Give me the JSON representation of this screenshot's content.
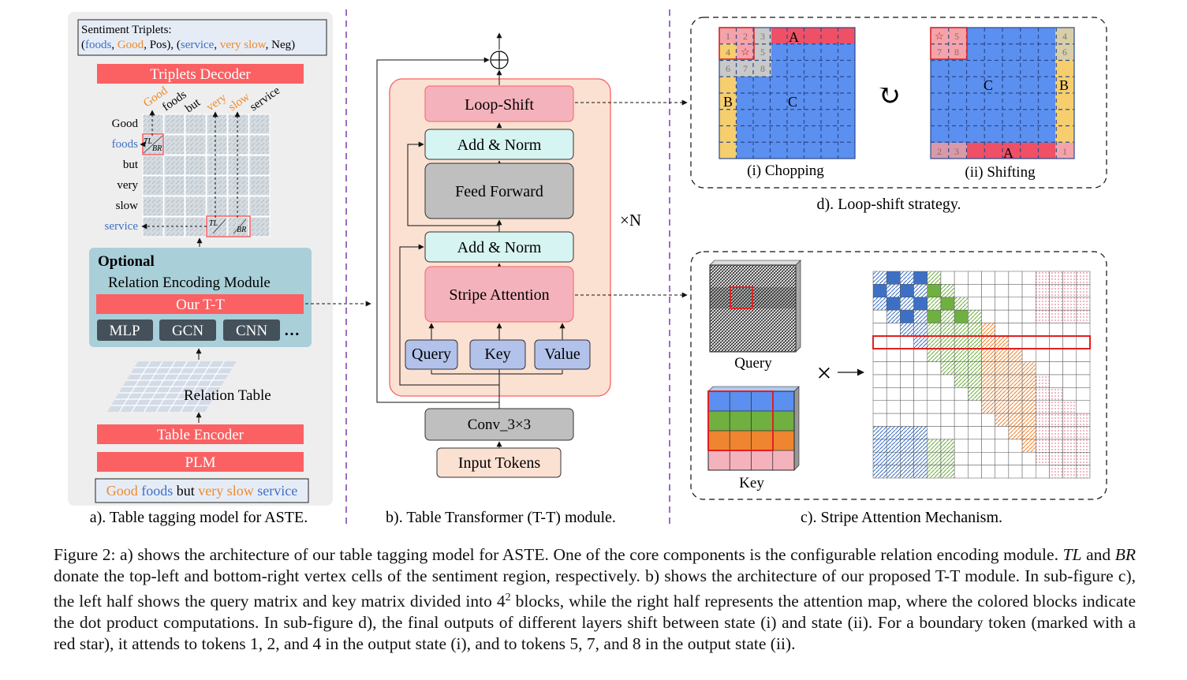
{
  "panel_a": {
    "triplets_title": "Sentiment Triplets:",
    "triplets_open": "(",
    "t1_aspect": "foods",
    "t1_opinion": "Good",
    "t1_rest": ", Pos), (",
    "t2_aspect": "service",
    "t2_op1": "very",
    "t2_op2": "slow",
    "t2_rest": ",  Neg)",
    "comma": ", ",
    "decoder": "Triplets Decoder",
    "words": [
      "Good",
      "foods",
      "but",
      "very",
      "slow",
      "service"
    ],
    "tl": "TL",
    "br": "BR",
    "optional": "Optional",
    "rem_title": "Relation Encoding Module",
    "our_tt": "Our T-T",
    "mlp": "MLP",
    "gcn": "GCN",
    "cnn": "CNN",
    "dots": "…",
    "relation_table": "Relation Table",
    "table_encoder": "Table Encoder",
    "plm": "PLM",
    "caption": "a). Table tagging model for ASTE."
  },
  "panel_b": {
    "loop_shift": "Loop-Shift",
    "add_norm_1": "Add & Norm",
    "feed_forward": "Feed Forward",
    "add_norm_2": "Add & Norm",
    "stripe_attention": "Stripe Attention",
    "query": "Query",
    "key": "Key",
    "value": "Value",
    "conv": "Conv_3×3",
    "input_tokens": "Input Tokens",
    "times_n": "×N",
    "caption": "b). Table Transformer (T-T) module."
  },
  "panel_d": {
    "chop_nums": [
      "1",
      "2",
      "3",
      "4",
      "☆",
      "5",
      "6",
      "7",
      "8"
    ],
    "shift_nums_tl": [
      "☆",
      "5",
      "7",
      "8"
    ],
    "shift_nums_tr": [
      "4",
      "6"
    ],
    "shift_nums_bl": [
      "2",
      "3"
    ],
    "shift_nums_br": [
      "1"
    ],
    "A": "A",
    "B": "B",
    "C": "C",
    "loop_icon": "↻",
    "chopping": "(i) Chopping",
    "shifting": "(ii) Shifting",
    "caption": "d). Loop-shift strategy."
  },
  "panel_c": {
    "query": "Query",
    "key": "Key",
    "times": "×",
    "caption": "c). Stripe Attention Mechanism."
  },
  "colors": {
    "red": "#fb6062",
    "pink": "#f4b3bc",
    "cyan": "#d6f4f1",
    "gray": "#bfbfbf",
    "blue": "#5b8ff0",
    "yellow": "#f6ce6e",
    "salmon": "#fbe1d2",
    "lavender": "#b3c2ea",
    "teal": "#a9cfd9",
    "dark": "#44505a",
    "green": "#6fb040",
    "orange": "#ef8530",
    "sentiment_blue": "#3d70c4",
    "sentiment_orange": "#ef8a2a"
  },
  "caption": {
    "p1": "Figure 2: a) shows the architecture of our table tagging model for ASTE. One of the core components is the configurable relation encoding module.",
    "tl": "TL",
    "and": " and ",
    "br": "BR",
    "p2": " donate the top-left and bottom-right vertex cells of the sentiment region, respectively. b) shows the architecture of our proposed T-T module. In sub-figure c), the left half shows the query matrix and key matrix divided into 4",
    "sup": "2",
    "p3": " blocks, while the right half represents the attention map, where the colored blocks indicate the dot product computations. In sub-figure d), the final outputs of different layers shift between state (i) and state (ii). For a boundary token (marked with a red star), it attends to tokens 1, 2, and 4 in the output state (i), and to tokens 5, 7, and 8 in the output state (ii)."
  }
}
